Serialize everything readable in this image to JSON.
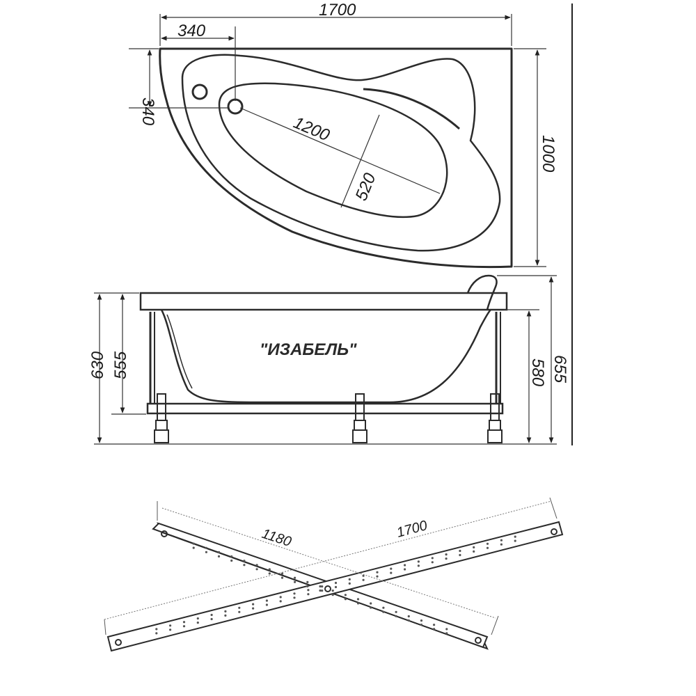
{
  "diagram": {
    "top_view": {
      "width_dim": "1700",
      "depth_dim": "1000",
      "drain_offset_x_dim": "340",
      "drain_offset_y_dim": "340",
      "basin_length_dim": "1200",
      "basin_width_dim": "520"
    },
    "side_view": {
      "model_name": "\"ИЗАБЕЛЬ\"",
      "total_height_left_dim": "630",
      "basin_height_left_dim": "555",
      "rim_height_right_dim": "580",
      "total_height_right_dim": "655"
    },
    "frame_view": {
      "short_beam_dim": "1180",
      "long_beam_dim": "1700"
    }
  }
}
